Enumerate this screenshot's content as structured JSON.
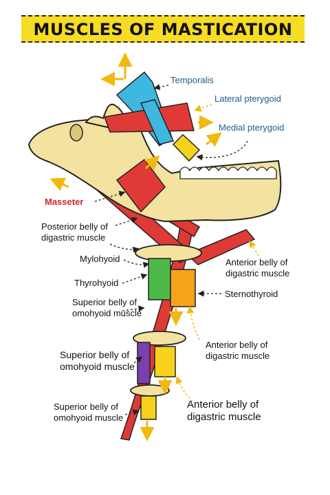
{
  "title": "MUSCLES OF MASTICATION",
  "labels": {
    "temporalis": "Temporalis",
    "lateral_pterygoid": "Lateral pterygoid",
    "medial_pterygoid": "Medial pterygoid",
    "masseter": "Masseter",
    "posterior_belly_l1": "Posterior belly of",
    "posterior_belly_l2": "digastric muscle",
    "mylohyoid": "Mylohyoid",
    "anterior_belly_1_l1": "Anterior belly of",
    "anterior_belly_1_l2": "digastric muscle",
    "thyrohyoid": "Thyrohyoid",
    "sternothyroid": "Sternothyroid",
    "superior_omo_1_l1": "Superior belly of",
    "superior_omo_1_l2": "omohyoid muscle",
    "anterior_belly_2_l1": "Anterior belly of",
    "anterior_belly_2_l2": "digastric muscle",
    "superior_omo_2_l1": "Superior belly of",
    "superior_omo_2_l2": "omohyoid muscle",
    "anterior_belly_3_l1": "Anterior belly of",
    "anterior_belly_3_l2": "digastric muscle",
    "superior_omo_3_l1": "Superior belly of",
    "superior_omo_3_l2": "omohyoid muscle"
  },
  "colors": {
    "banner": "#f7dc24",
    "bone": "#f3e2a0",
    "muscle_red": "#e03a36",
    "temporalis": "#3fb8e0",
    "yellow": "#f6d21c",
    "green": "#4cb847",
    "orange": "#f5a31a",
    "purple": "#7b3fb0",
    "label_blue": "#1d5b8a",
    "label_red": "#d4252b"
  }
}
